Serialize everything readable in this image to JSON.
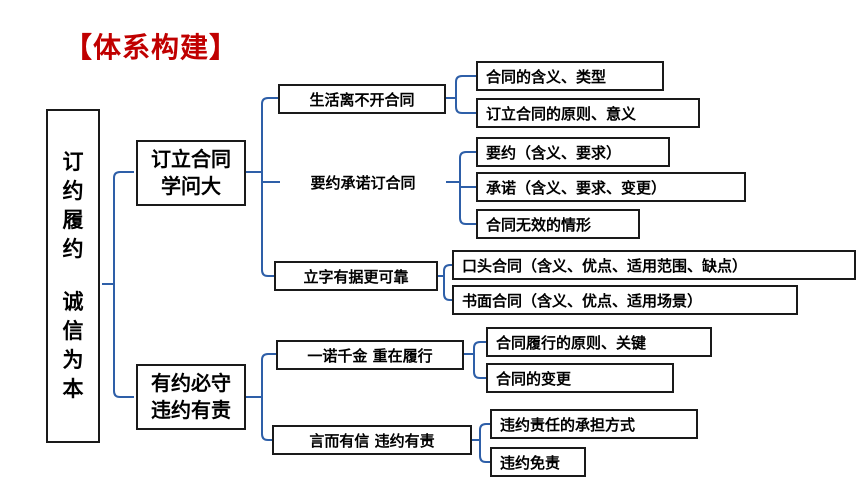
{
  "title": "【体系构建】",
  "root": {
    "top": [
      "订",
      "约",
      "履",
      "约"
    ],
    "bottom": [
      "诚",
      "信",
      "为",
      "本"
    ]
  },
  "branch1": {
    "line1": "订立合同",
    "line2": "学问大",
    "children": [
      {
        "label": "生活离不开合同",
        "items": [
          "合同的含义、类型",
          "订立合同的原则、意义"
        ]
      },
      {
        "label": "要约承诺订合同",
        "items": [
          "要约（含义、要求）",
          "承诺（含义、要求、变更）",
          "合同无效的情形"
        ]
      },
      {
        "label": "立字有据更可靠",
        "items": [
          "口头合同（含义、优点、适用范围、缺点）",
          "书面合同（含义、优点、适用场景）"
        ]
      }
    ]
  },
  "branch2": {
    "line1": "有约必守",
    "line2": "违约有责",
    "children": [
      {
        "label": "一诺千金  重在履行",
        "items": [
          "合同履行的原则、关键",
          "合同的变更"
        ]
      },
      {
        "label": "言而有信  违约有责",
        "items": [
          "违约责任的承担方式",
          "违约免责"
        ]
      }
    ]
  },
  "colors": {
    "title": "#c00000",
    "connector": "#2e5fa8",
    "border": "#1a1a1a"
  }
}
